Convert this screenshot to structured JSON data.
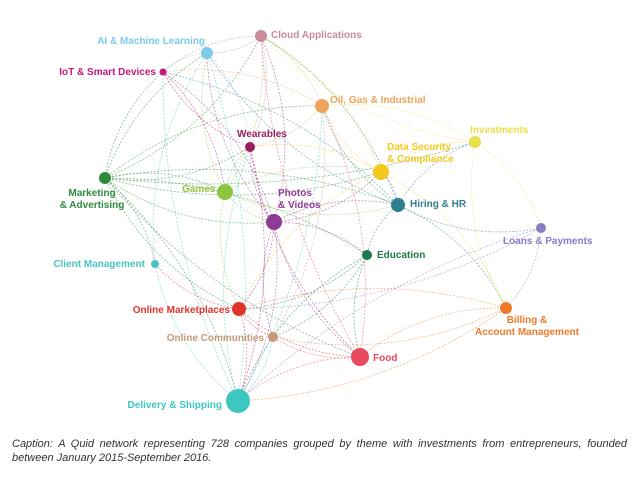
{
  "diagram": {
    "nodes": [
      {
        "id": "ai",
        "label": "AI & Machine Learning",
        "color": "#7ccbe8"
      },
      {
        "id": "cloud",
        "label": "Cloud Applications",
        "color": "#c98b9a"
      },
      {
        "id": "iot",
        "label": "IoT & Smart Devices",
        "color": "#c2187f"
      },
      {
        "id": "oil",
        "label": "Oil, Gas & Industrial",
        "color": "#f0a35a"
      },
      {
        "id": "investments",
        "label": "Investments",
        "color": "#e8e04a"
      },
      {
        "id": "wearables",
        "label": "Wearables",
        "color": "#9b1d5e"
      },
      {
        "id": "datasec",
        "label": "Data Security & Compliance",
        "color": "#f2c81c"
      },
      {
        "id": "marketing",
        "label": "Marketing & Advertising",
        "color": "#2e8b3e"
      },
      {
        "id": "games",
        "label": "Games",
        "color": "#8cc63f"
      },
      {
        "id": "photos",
        "label": "Photos & Videos",
        "color": "#8e3a96"
      },
      {
        "id": "hiring",
        "label": "Hiring & HR",
        "color": "#2f7f8f"
      },
      {
        "id": "loans",
        "label": "Loans & Payments",
        "color": "#8b7bc4"
      },
      {
        "id": "education",
        "label": "Education",
        "color": "#1f7a4a"
      },
      {
        "id": "client",
        "label": "Client Management",
        "color": "#49c2c9"
      },
      {
        "id": "marketplaces",
        "label": "Online Marketplaces",
        "color": "#e0342b"
      },
      {
        "id": "billing",
        "label": "Billing & Account Management",
        "color": "#f07a2a"
      },
      {
        "id": "communities",
        "label": "Online Communities",
        "color": "#c49a7a"
      },
      {
        "id": "food",
        "label": "Food",
        "color": "#e84a5f"
      },
      {
        "id": "delivery",
        "label": "Delivery & Shipping",
        "color": "#3cc8c0"
      }
    ],
    "edges": [
      [
        "marketing",
        "ai"
      ],
      [
        "marketing",
        "cloud"
      ],
      [
        "marketing",
        "iot"
      ],
      [
        "marketing",
        "wearables"
      ],
      [
        "marketing",
        "games"
      ],
      [
        "marketing",
        "photos"
      ],
      [
        "marketing",
        "hiring"
      ],
      [
        "marketing",
        "datasec"
      ],
      [
        "marketing",
        "education"
      ],
      [
        "marketing",
        "marketplaces"
      ],
      [
        "marketing",
        "delivery"
      ],
      [
        "marketing",
        "investments"
      ],
      [
        "marketing",
        "oil"
      ],
      [
        "marketing",
        "food"
      ],
      [
        "marketing",
        "client"
      ],
      [
        "games",
        "photos"
      ],
      [
        "games",
        "wearables"
      ],
      [
        "games",
        "cloud"
      ],
      [
        "games",
        "ai"
      ],
      [
        "games",
        "hiring"
      ],
      [
        "games",
        "datasec"
      ],
      [
        "games",
        "marketplaces"
      ],
      [
        "photos",
        "wearables"
      ],
      [
        "photos",
        "cloud"
      ],
      [
        "photos",
        "ai"
      ],
      [
        "photos",
        "iot"
      ],
      [
        "photos",
        "hiring"
      ],
      [
        "photos",
        "datasec"
      ],
      [
        "photos",
        "marketplaces"
      ],
      [
        "photos",
        "food"
      ],
      [
        "photos",
        "delivery"
      ],
      [
        "photos",
        "communities"
      ],
      [
        "photos",
        "education"
      ],
      [
        "hiring",
        "datasec"
      ],
      [
        "hiring",
        "investments"
      ],
      [
        "hiring",
        "loans"
      ],
      [
        "hiring",
        "billing"
      ],
      [
        "hiring",
        "education"
      ],
      [
        "hiring",
        "oil"
      ],
      [
        "hiring",
        "cloud"
      ],
      [
        "hiring",
        "ai"
      ],
      [
        "hiring",
        "iot"
      ],
      [
        "datasec",
        "investments"
      ],
      [
        "datasec",
        "cloud"
      ],
      [
        "datasec",
        "oil"
      ],
      [
        "datasec",
        "wearables"
      ],
      [
        "datasec",
        "billing"
      ],
      [
        "datasec",
        "marketplaces"
      ],
      [
        "investments",
        "loans"
      ],
      [
        "investments",
        "billing"
      ],
      [
        "investments",
        "cloud"
      ],
      [
        "investments",
        "oil"
      ],
      [
        "loans",
        "billing"
      ],
      [
        "loans",
        "delivery"
      ],
      [
        "loans",
        "marketplaces"
      ],
      [
        "billing",
        "food"
      ],
      [
        "billing",
        "delivery"
      ],
      [
        "billing",
        "marketplaces"
      ],
      [
        "billing",
        "communities"
      ],
      [
        "education",
        "food"
      ],
      [
        "education",
        "marketplaces"
      ],
      [
        "education",
        "delivery"
      ],
      [
        "education",
        "communities"
      ],
      [
        "marketplaces",
        "food"
      ],
      [
        "marketplaces",
        "delivery"
      ],
      [
        "marketplaces",
        "communities"
      ],
      [
        "marketplaces",
        "client"
      ],
      [
        "food",
        "delivery"
      ],
      [
        "food",
        "communities"
      ],
      [
        "food",
        "oil"
      ],
      [
        "food",
        "cloud"
      ],
      [
        "delivery",
        "communities"
      ],
      [
        "delivery",
        "client"
      ],
      [
        "delivery",
        "oil"
      ],
      [
        "delivery",
        "iot"
      ],
      [
        "delivery",
        "ai"
      ],
      [
        "delivery",
        "wearables"
      ],
      [
        "oil",
        "cloud"
      ],
      [
        "oil",
        "wearables"
      ],
      [
        "oil",
        "iot"
      ],
      [
        "cloud",
        "ai"
      ],
      [
        "cloud",
        "iot"
      ],
      [
        "cloud",
        "wearables"
      ],
      [
        "ai",
        "iot"
      ],
      [
        "ai",
        "wearables"
      ],
      [
        "iot",
        "wearables"
      ],
      [
        "iot",
        "games"
      ],
      [
        "wearables",
        "food"
      ],
      [
        "wearables",
        "delivery"
      ],
      [
        "communities",
        "oil"
      ],
      [
        "client",
        "ai"
      ]
    ]
  },
  "caption": "Caption: A Quid network representing 728 companies grouped by theme with investments from entrepreneurs, founded between January 2015-September 2016."
}
